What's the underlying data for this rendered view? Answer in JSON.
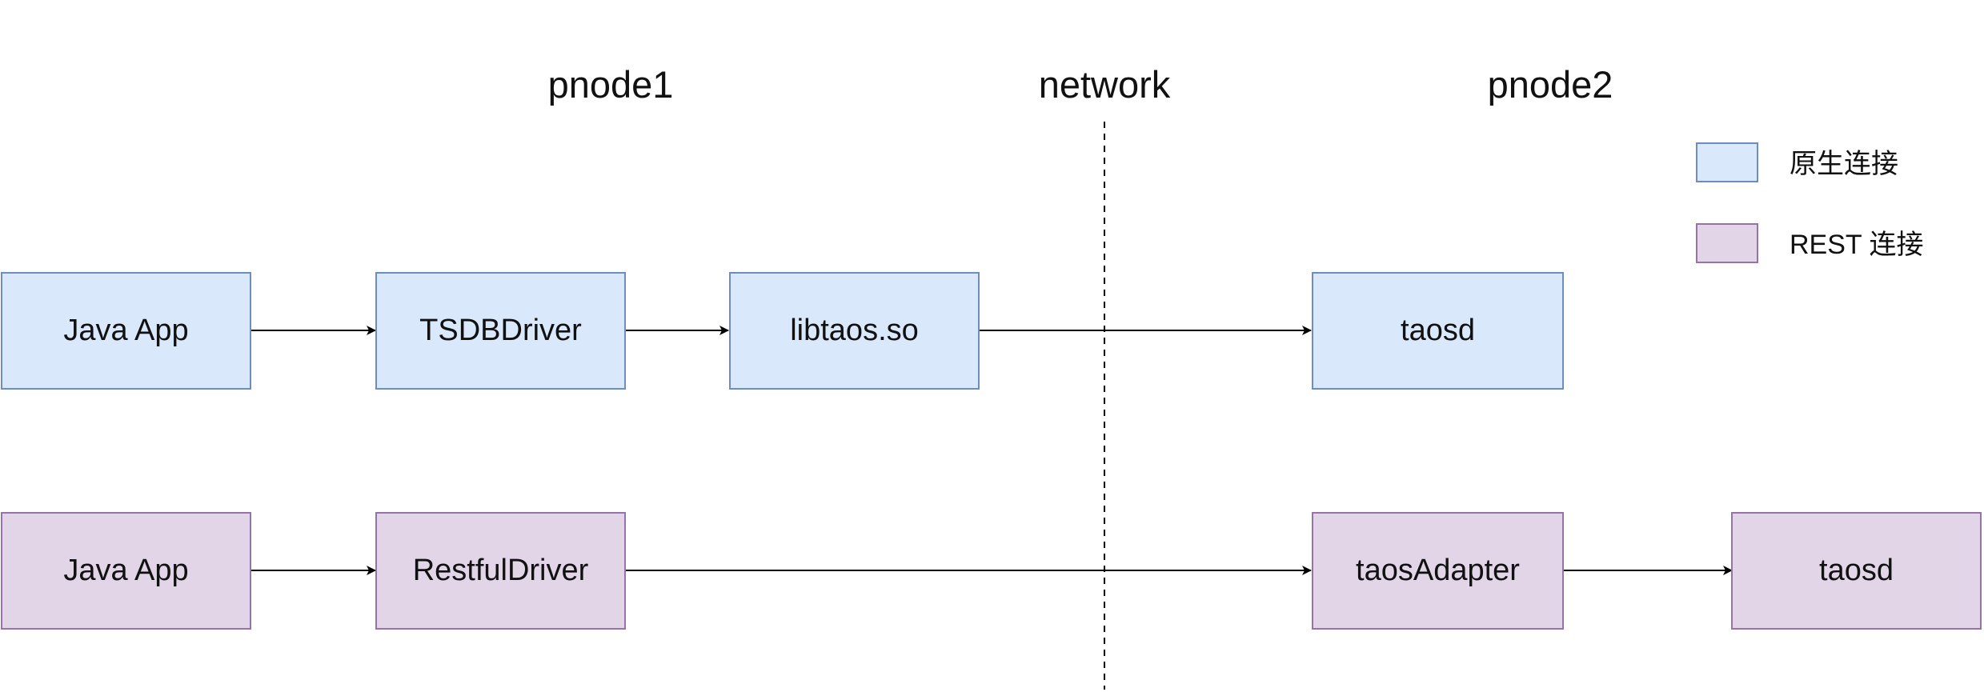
{
  "headers": {
    "pnode1": "pnode1",
    "network": "network",
    "pnode2": "pnode2"
  },
  "native_row": {
    "java_app": "Java App",
    "driver": "TSDBDriver",
    "lib": "libtaos.so",
    "server": "taosd"
  },
  "rest_row": {
    "java_app": "Java App",
    "driver": "RestfulDriver",
    "adapter": "taosAdapter",
    "server": "taosd"
  },
  "legend": {
    "native_label": "原生连接",
    "rest_label": "REST 连接"
  },
  "colors": {
    "native_fill": "#dae8fc",
    "native_stroke": "#6c8ebf",
    "rest_fill": "#e1d5e7",
    "rest_stroke": "#9673a6",
    "line": "#000000"
  }
}
